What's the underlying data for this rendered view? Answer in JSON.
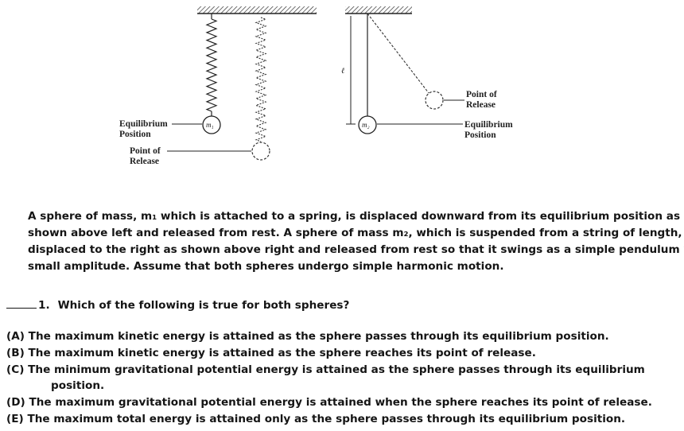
{
  "figure": {
    "left": {
      "equilibrium_label": [
        "Equilibrium",
        "Position"
      ],
      "release_label": [
        "Point of",
        "Release"
      ],
      "mass_label": "m₁"
    },
    "right": {
      "release_label": [
        "Point of",
        "Release"
      ],
      "equilibrium_label": [
        "Equilibrium",
        "Position"
      ],
      "mass_label": "m₂",
      "length_label": "ℓ"
    }
  },
  "problem": {
    "stem_lines": [
      "A sphere of mass, m₁ which is attached to a spring, is displaced downward from its equilibrium position as",
      "shown above left and released from rest.  A sphere of mass m₂, which is suspended from a string of length, ℓ is",
      "displaced to the right as shown above right and released from rest so that it swings as a simple pendulum with",
      "small amplitude.  Assume that both spheres undergo simple harmonic motion."
    ],
    "question_number": "1.",
    "question_text": "Which of the following is true for both spheres?",
    "options": [
      {
        "text": "(A) The maximum kinetic energy is attained as the sphere passes through its equilibrium position."
      },
      {
        "text": "(B) The maximum kinetic energy is attained as the sphere reaches its point of release."
      },
      {
        "text": "(C) The minimum gravitational potential energy is attained as the sphere passes through its equilibrium",
        "continuation": "position."
      },
      {
        "text": "(D) The maximum gravitational potential energy is attained when the sphere reaches its point of release."
      },
      {
        "text": "(E)  The maximum total energy is attained only as the sphere passes through its equilibrium position."
      }
    ]
  }
}
